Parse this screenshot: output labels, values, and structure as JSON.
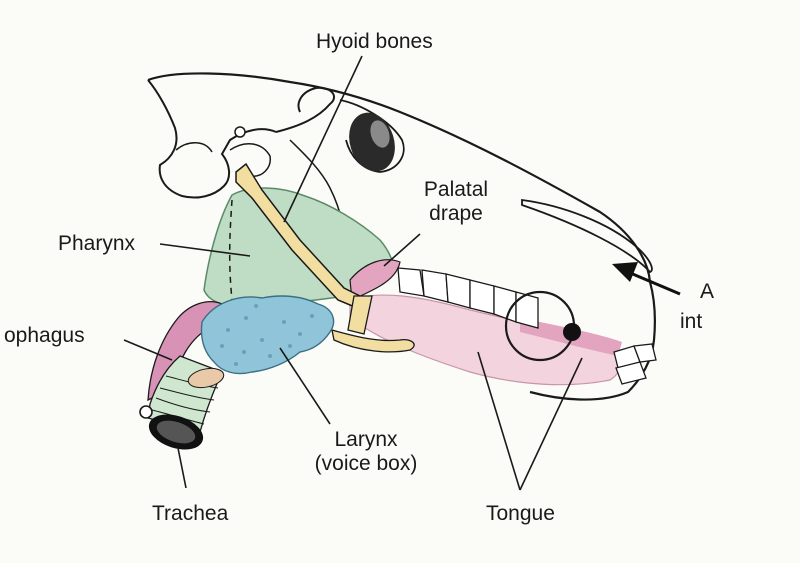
{
  "labels": {
    "hyoid": "Hyoid bones",
    "palatal_1": "Palatal",
    "palatal_2": "drape",
    "pharynx": "Pharynx",
    "oesophagus": "ophagus",
    "larynx_1": "Larynx",
    "larynx_2": "(voice box)",
    "trachea": "Trachea",
    "tongue": "Tongue",
    "air_1": "A",
    "air_2": "int"
  },
  "colors": {
    "pharynx": "#bfdcc4",
    "hyoid": "#f1dea0",
    "tongue": "#f3d3dd",
    "palatal_drape": "#e3a4c0",
    "oesophagus": "#d892b6",
    "larynx": "#8fc4d9",
    "trachea": "#cfe6cf",
    "outline": "#1a1a1a"
  }
}
